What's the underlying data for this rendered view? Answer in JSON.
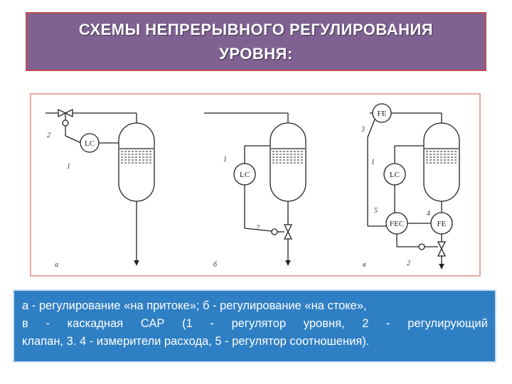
{
  "title": {
    "line1": "СХЕМЫ НЕПРЕРЫВНОГО РЕГУЛИРОВАНИЯ",
    "line2": "УРОВНЯ:"
  },
  "diagram": {
    "instruments": {
      "a_lc": "LC",
      "b_lc": "LC",
      "c_fe_top": "FE",
      "c_lc": "LC",
      "c_fec": "FEC",
      "c_fe_bottom": "FE"
    },
    "labels": {
      "a_2": "2",
      "a_1": "1",
      "b_1": "1",
      "b_2": "2",
      "c_3": "3",
      "c_1": "1",
      "c_5": "5",
      "c_4": "4",
      "c_2": "2"
    },
    "scheme_letters": {
      "a": "а",
      "b": "б",
      "c": "в"
    }
  },
  "caption": {
    "line1": "а - регулирование «на притоке»; б - регулирование «на стоке»,",
    "line2": "в -  каскадная САР (1 - регулятор уровня, 2 - регулирующий",
    "line3": "клапан, 3. 4 - измерители расхода, 5 - регулятор соотношения)."
  },
  "colors": {
    "title_bg": "#7f6292",
    "title_border": "#c0504d",
    "caption_bg": "#2f7fc4",
    "figure_border": "#e3a9a7"
  }
}
